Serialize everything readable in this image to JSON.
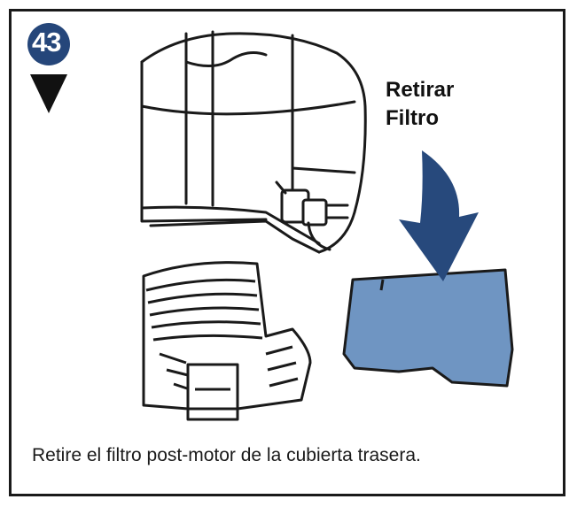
{
  "step": {
    "number": "43"
  },
  "callout": {
    "line1": "Retirar",
    "line2": "Filtro"
  },
  "caption": "Retire el filtro post-motor de la cubierta trasera.",
  "colors": {
    "badge": "#25467a",
    "filter": "#6f95c2",
    "arrow": "#27497c",
    "line": "#1a1a1a"
  }
}
